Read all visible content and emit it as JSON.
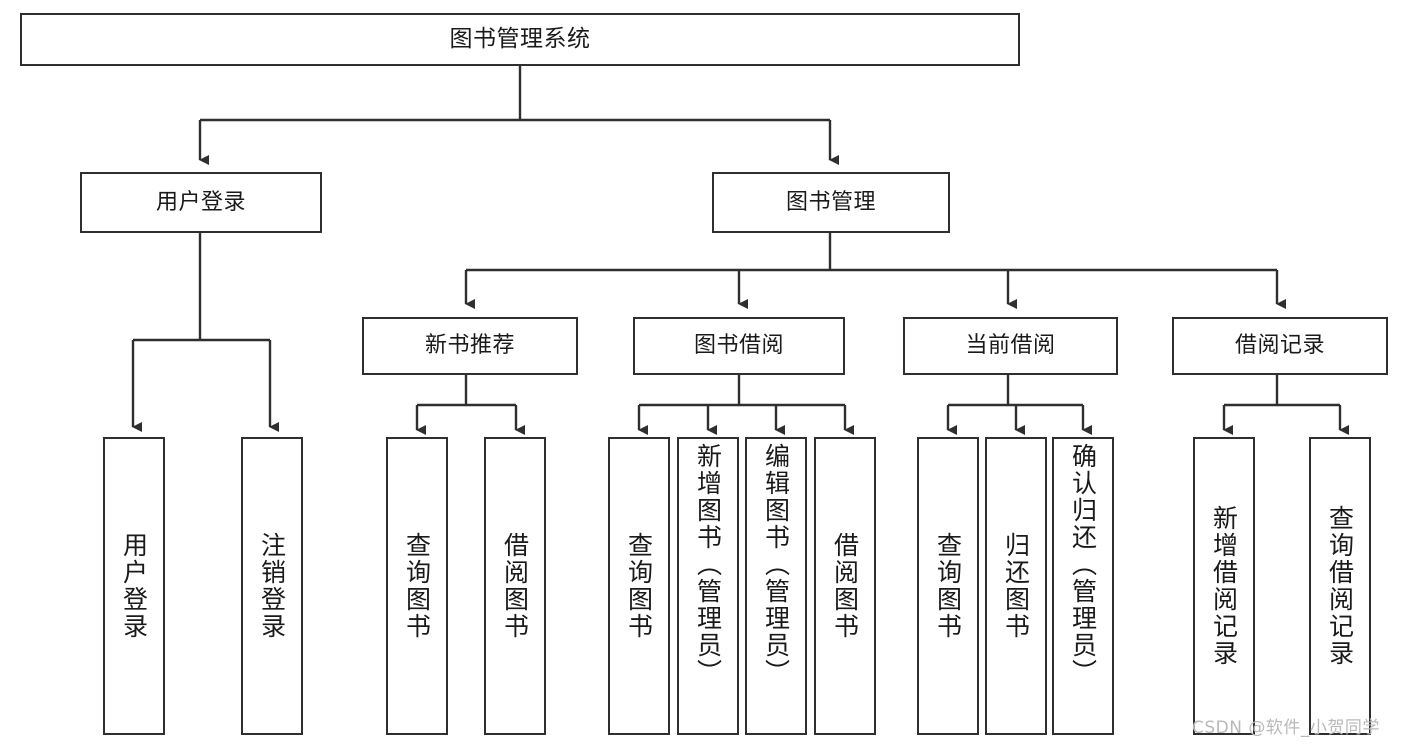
{
  "diagram": {
    "title": "图书管理系统",
    "type": "tree-hierarchy-chart",
    "colors": {
      "box_border": "#2f2f2f",
      "box_fill": "#ffffff",
      "edge": "#2f2f2f",
      "text": "#1a1a1a",
      "watermark": "#b9b9b9"
    },
    "nodes": {
      "root": {
        "label": "图书管理系统"
      },
      "level1": [
        {
          "id": "user-login",
          "label": "用户登录"
        },
        {
          "id": "book-manage",
          "label": "图书管理"
        }
      ],
      "level2": [
        {
          "id": "new-book-recommend",
          "label": "新书推荐"
        },
        {
          "id": "book-borrow",
          "label": "图书借阅"
        },
        {
          "id": "current-borrow",
          "label": "当前借阅"
        },
        {
          "id": "borrow-record",
          "label": "借阅记录"
        }
      ],
      "leaves": {
        "user-login": [
          {
            "id": "leaf-user-login",
            "label": "用户登录"
          },
          {
            "id": "leaf-logout-login",
            "label": "注销登录"
          }
        ],
        "new-book-recommend": [
          {
            "id": "leaf-query-book-1",
            "label": "查询图书"
          },
          {
            "id": "leaf-borrow-book-1",
            "label": "借阅图书"
          }
        ],
        "book-borrow": [
          {
            "id": "leaf-query-book-2",
            "label": "查询图书"
          },
          {
            "id": "leaf-add-book-admin",
            "label": "新增图书（管理员）"
          },
          {
            "id": "leaf-edit-book-admin",
            "label": "编辑图书（管理员）"
          },
          {
            "id": "leaf-borrow-book-2",
            "label": "借阅图书"
          }
        ],
        "current-borrow": [
          {
            "id": "leaf-query-book-3",
            "label": "查询图书"
          },
          {
            "id": "leaf-return-book",
            "label": "归还图书"
          },
          {
            "id": "leaf-confirm-return-admin",
            "label": "确认归还（管理员）"
          }
        ],
        "borrow-record": [
          {
            "id": "leaf-add-borrow-record",
            "label": "新增借阅记录"
          },
          {
            "id": "leaf-query-borrow-record",
            "label": "查询借阅记录"
          }
        ]
      }
    },
    "watermark": "CSDN @软件_小贺同学"
  }
}
